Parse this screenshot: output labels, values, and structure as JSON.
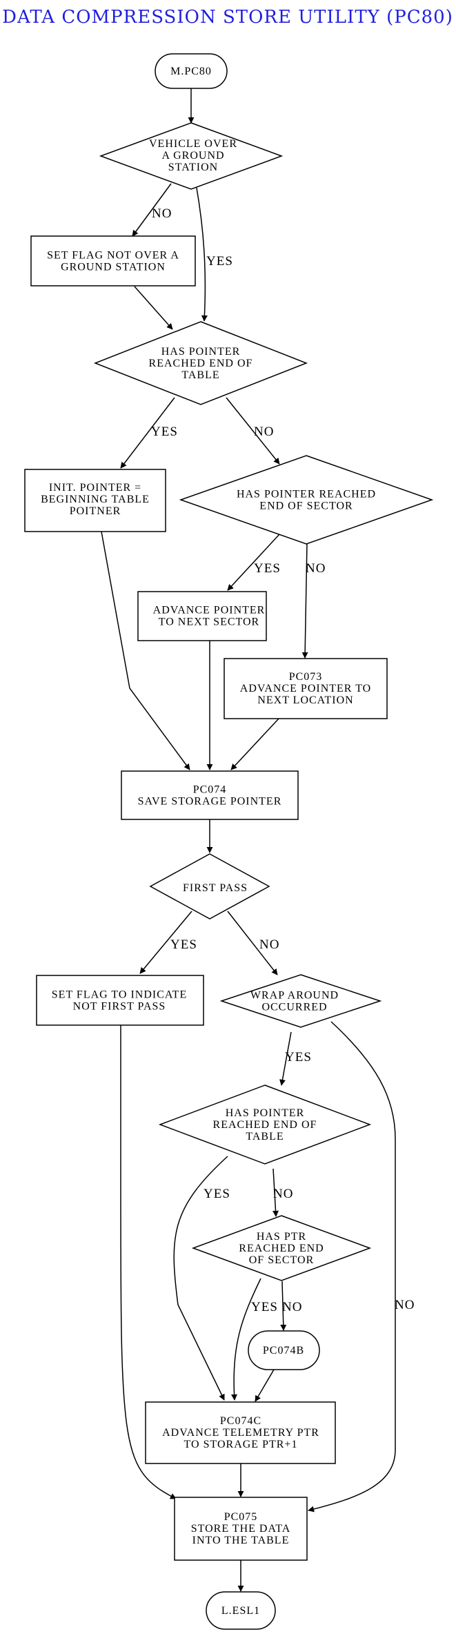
{
  "title": "DATA COMPRESSION STORE UTILITY (PC80)",
  "nodes": {
    "start": [
      "M.PC80"
    ],
    "vehicle_over": [
      "VEHICLE OVER",
      "A GROUND",
      "STATION"
    ],
    "set_flag_not_over": [
      "SET FLAG NOT OVER A",
      "GROUND STATION"
    ],
    "ptr_end_table_1": [
      "HAS POINTER",
      "REACHED END OF",
      "TABLE"
    ],
    "init_pointer": [
      "INIT. POINTER =",
      "BEGINNING TABLE",
      "POITNER"
    ],
    "ptr_end_sector_1": [
      "HAS POINTER REACHED",
      "END OF SECTOR"
    ],
    "advance_next_sector": [
      "ADVANCE POINTER",
      "TO NEXT SECTOR"
    ],
    "pc073": [
      "PC073",
      "ADVANCE POINTER TO",
      "NEXT LOCATION"
    ],
    "pc074": [
      "PC074",
      "SAVE STORAGE POINTER"
    ],
    "first_pass": [
      "FIRST PASS"
    ],
    "set_flag_not_first": [
      "SET FLAG TO INDICATE",
      "NOT FIRST PASS"
    ],
    "wrap_around": [
      "WRAP AROUND",
      "OCCURRED"
    ],
    "ptr_end_table_2": [
      "HAS POINTER",
      "REACHED END OF",
      "TABLE"
    ],
    "ptr_end_sector_2": [
      "HAS PTR",
      "REACHED END",
      "OF SECTOR"
    ],
    "pc074b": [
      "PC074B"
    ],
    "pc074c": [
      "PC074C",
      "ADVANCE TELEMETRY PTR",
      "TO STORAGE PTR+1"
    ],
    "pc075": [
      "PC075",
      "STORE THE DATA",
      "INTO THE TABLE"
    ],
    "end": [
      "L.ESL1"
    ]
  },
  "edge_labels": {
    "vehicle_no": "NO",
    "vehicle_yes": "YES",
    "table1_yes": "YES",
    "table1_no": "NO",
    "sector1_yes": "YES",
    "sector1_no": "NO",
    "firstpass_yes": "YES",
    "firstpass_no": "NO",
    "wrap_yes": "YES",
    "wrap_no": "NO",
    "table2_yes": "YES",
    "table2_no": "NO",
    "sector2_yes": "YES",
    "sector2_no": "NO"
  }
}
